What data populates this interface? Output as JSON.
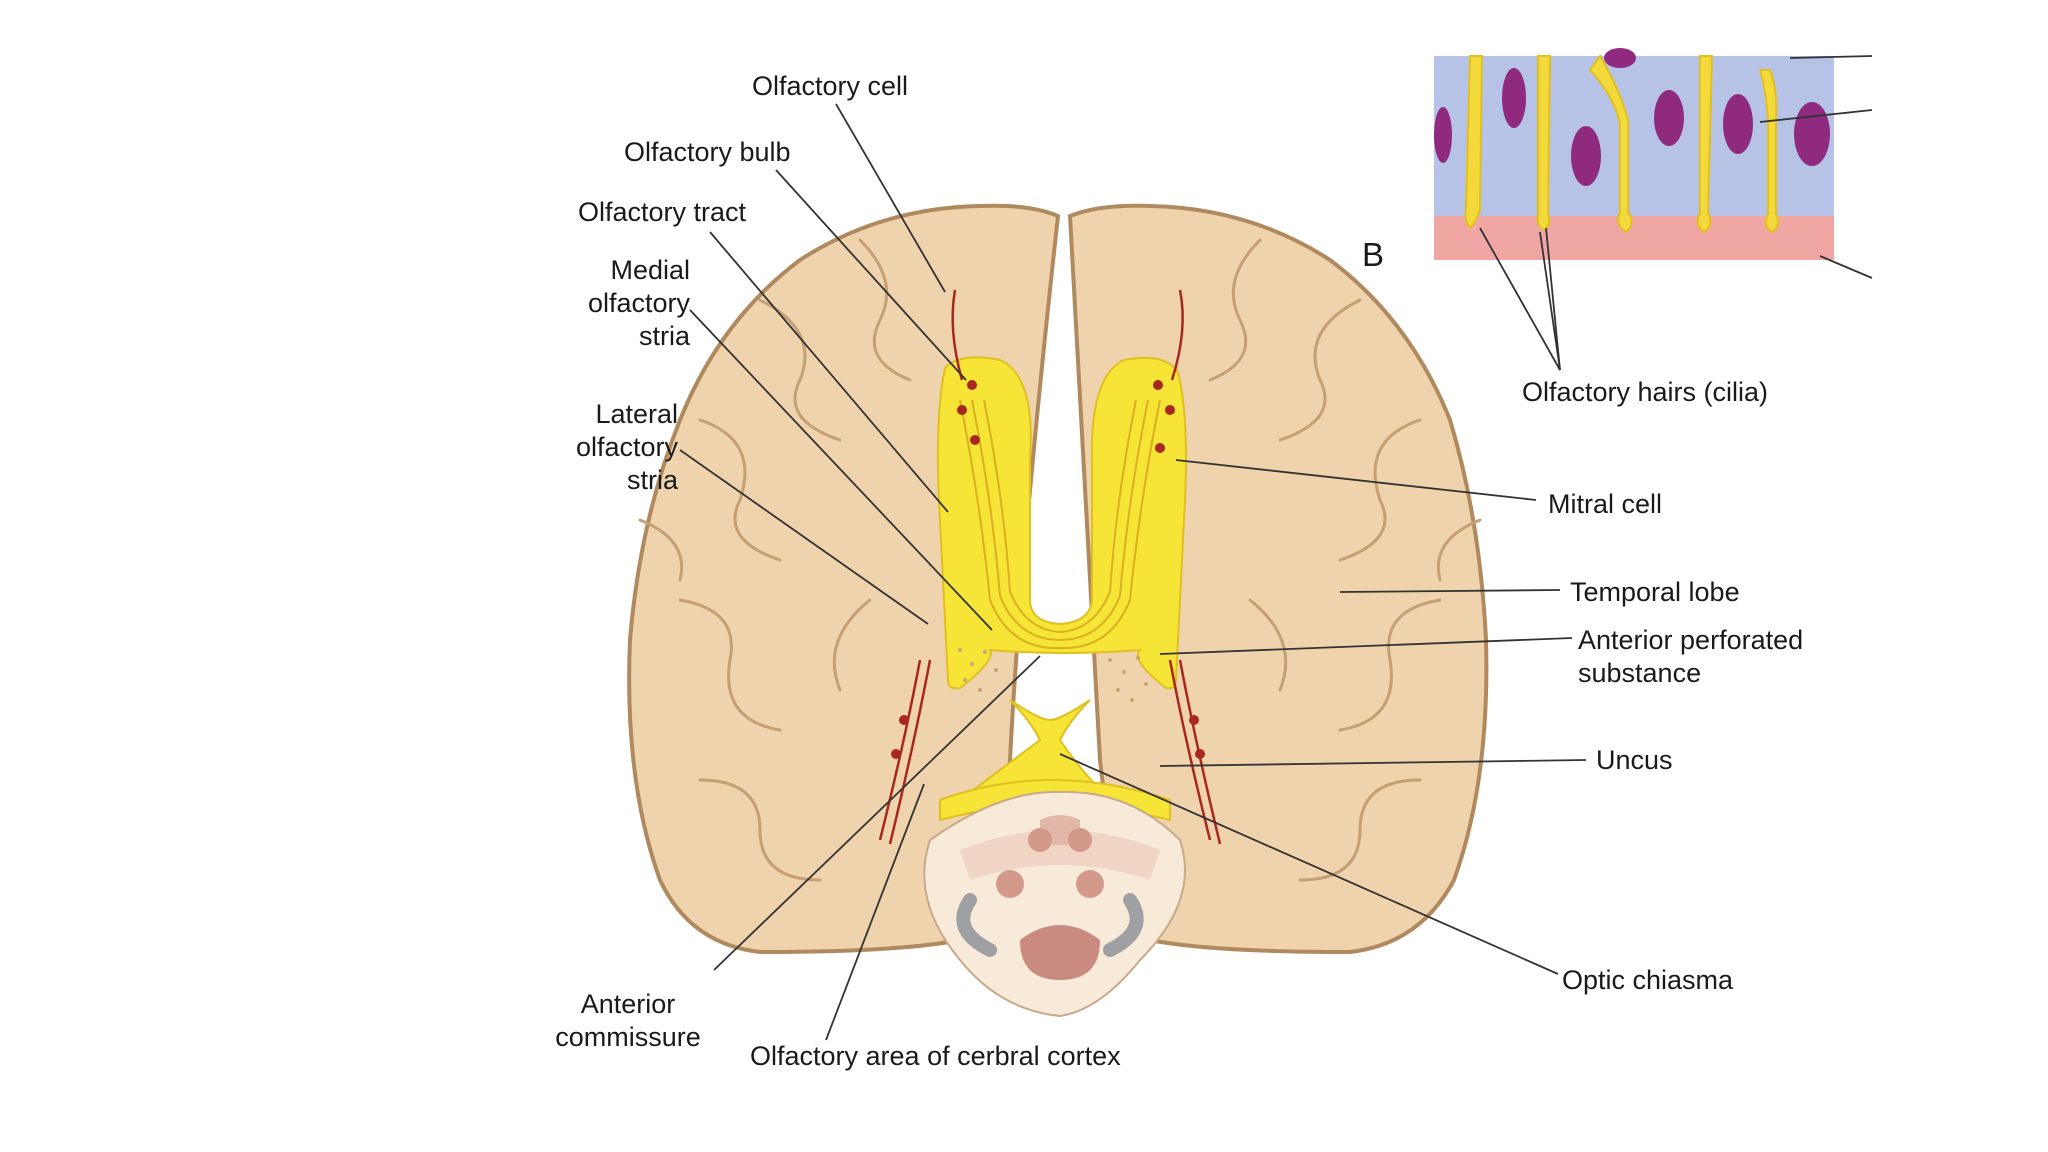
{
  "panel_letter": "B",
  "labels": {
    "olfactory_cell": "Olfactory cell",
    "olfactory_bulb": "Olfactory bulb",
    "olfactory_tract": "Olfactory tract",
    "medial_olfactory_stria": "Medial\nolfactory\nstria",
    "lateral_olfactory_stria": "Lateral\nolfactory\nstria",
    "olfactory_hairs": "Olfactory hairs (cilia)",
    "mitral_cell": "Mitral cell",
    "temporal_lobe": "Temporal lobe",
    "anterior_perforated_substance": "Anterior perforated\nsubstance",
    "uncus": "Uncus",
    "optic_chiasma": "Optic chiasma",
    "anterior_commissure": "Anterior\ncommissure",
    "olfactory_area": "Olfactory area of cerbral cortex"
  },
  "colors": {
    "brain": "#efd3ad",
    "brain_outline": "#b08a5e",
    "sulci": "#c4a074",
    "olfactory_pathway": "#f6e536",
    "nerve_fiber": "#a8271f",
    "epithelium": "#b7c3e6",
    "cell_nucleus": "#8f2a7f",
    "basement_layer": "#f0a7a3",
    "leader_line": "#333333"
  }
}
